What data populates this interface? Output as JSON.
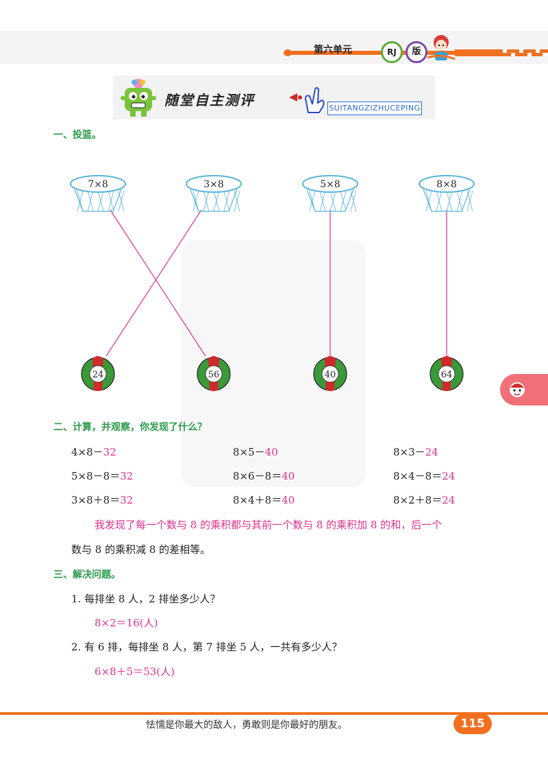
{
  "header": {
    "unit_title": "第六单元",
    "badge_rj": "RJ",
    "badge_ban": "版"
  },
  "banner": {
    "title": "随堂自主测评",
    "pinyin": "SUITANGZIZHUCEPING"
  },
  "section1": {
    "title": "一、投篮。",
    "hoops": [
      "7×8",
      "3×8",
      "5×8",
      "8×8"
    ],
    "balls": [
      "24",
      "56",
      "40",
      "64"
    ],
    "connections": [
      [
        0,
        1
      ],
      [
        1,
        0
      ],
      [
        2,
        2
      ],
      [
        3,
        3
      ]
    ]
  },
  "section2": {
    "title": "二、计算，并观察，你发现了什么？",
    "rows": [
      [
        {
          "expr": "4×8－",
          "ans": "32"
        },
        {
          "expr": "8×5－",
          "ans": "40"
        },
        {
          "expr": "8×3－",
          "ans": "24"
        }
      ],
      [
        {
          "expr": "5×8－8＝",
          "ans": "32"
        },
        {
          "expr": "8×6－8＝",
          "ans": "40"
        },
        {
          "expr": "8×4－8＝",
          "ans": "24"
        }
      ],
      [
        {
          "expr": "3×8＋8＝",
          "ans": "32"
        },
        {
          "expr": "8×4＋8＝",
          "ans": "40"
        },
        {
          "expr": "8×2＋8＝",
          "ans": "24"
        }
      ]
    ],
    "finding_line1": "我发现了每一个数与 8 的乘积都与其前一个数与 8 的乘积加 8 的和，后一个",
    "finding_line2": "数与 8 的乘积减 8 的差相等。"
  },
  "section3": {
    "title": "三、解决问题。",
    "q1": "1. 每排坐 8 人，2 排坐多少人？",
    "a1": "8×2＝16(人)",
    "q2": "2. 有 6 排，每排坐 8 人，第 7 排坐 5 人，一共有多少人？",
    "a2": "6×8＋5＝53(人)"
  },
  "footer": {
    "motto": "怯懦是你最大的敌人，勇敢则是你最好的朋友。",
    "page_number": "115"
  },
  "colors": {
    "accent_orange": "#f07020",
    "section_green": "#2a9a4a",
    "answer_pink": "#e0308a",
    "hoop_blue": "#5ab4dc",
    "ball_green": "#3a9a3a",
    "ball_red": "#d02a2a"
  }
}
